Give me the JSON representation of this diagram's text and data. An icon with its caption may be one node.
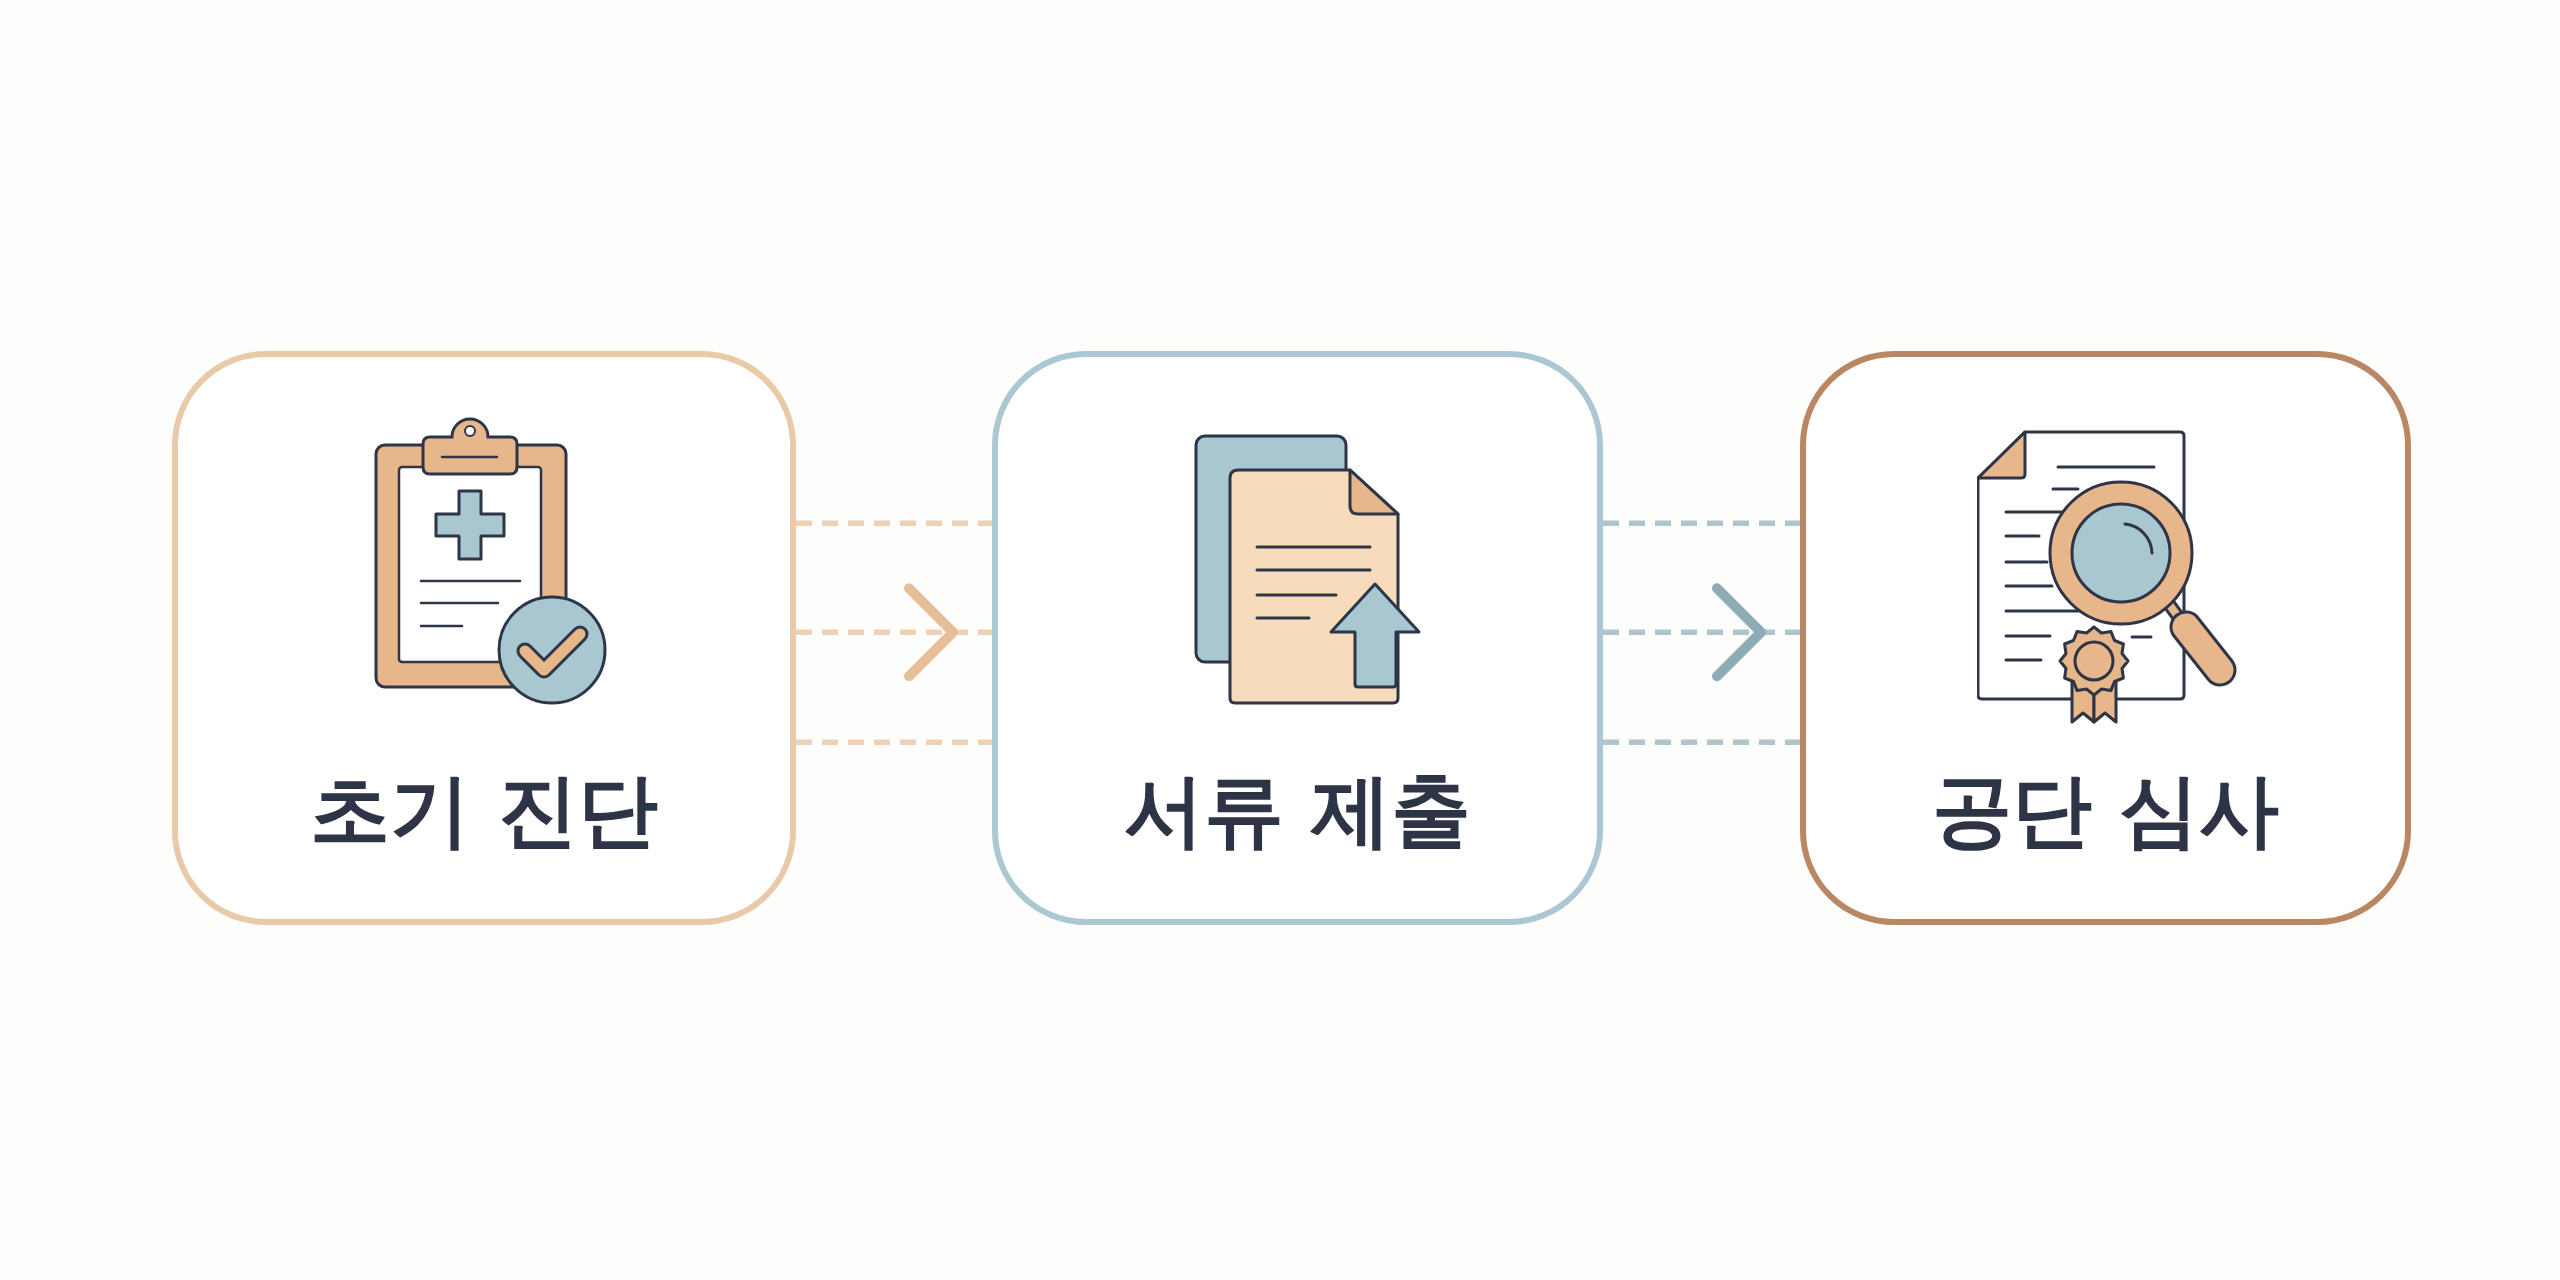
{
  "diagram": {
    "nodes": [
      {
        "text": [
          "초기 진단"
        ]
      },
      {
        "text": [
          "서류 제출"
        ]
      },
      {
        "text": [
          "공단 심사"
        ]
      }
    ],
    "edges": [
      {
        "from": 0,
        "to": 1,
        "arrow": "to",
        "style": "dashed",
        "color": "#e6bf98"
      },
      {
        "from": 1,
        "to": 2,
        "arrow": "to",
        "style": "dashed",
        "color": "#8fabb7"
      }
    ]
  }
}
